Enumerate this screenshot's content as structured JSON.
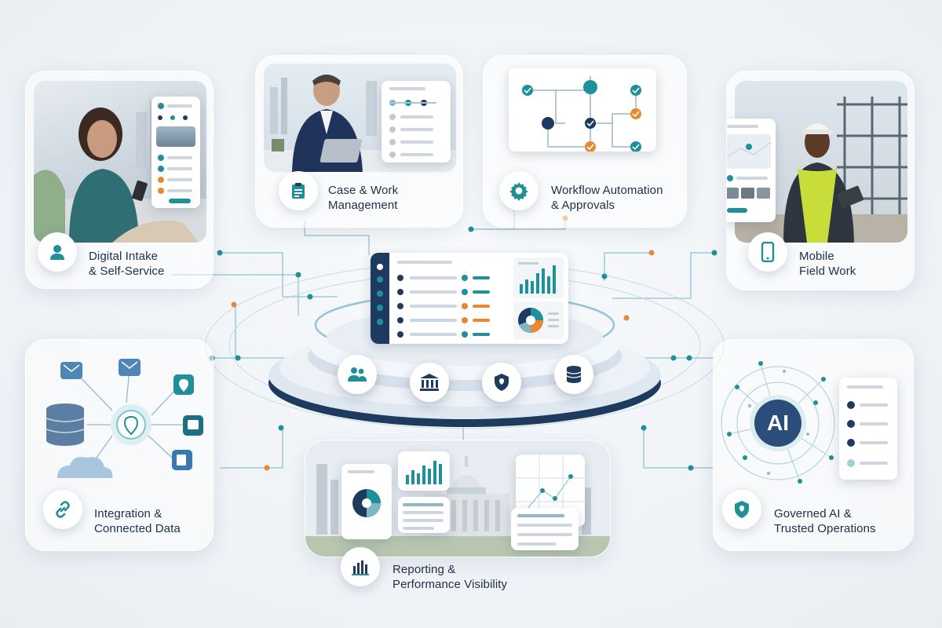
{
  "features": {
    "digital_intake": {
      "label": "Digital Intake\n& Self-Service",
      "icon": "user-icon"
    },
    "case_management": {
      "label": "Case & Work\nManagement",
      "icon": "clipboard-icon"
    },
    "workflow_automation": {
      "label": "Workflow Automation\n& Approvals",
      "icon": "gear-icon"
    },
    "mobile_field_work": {
      "label": "Mobile\nField Work",
      "icon": "smartphone-icon"
    },
    "integration": {
      "label": "Integration &\nConnected Data",
      "icon": "link-icon"
    },
    "reporting": {
      "label": "Reporting &\nPerformance Visibility",
      "icon": "bar-chart-icon"
    },
    "governed_ai": {
      "label": "Governed AI &\nTrusted Operations",
      "icon": "shield-icon"
    }
  },
  "ai_node": {
    "label": "AI"
  },
  "hub_icons": [
    "people-icon",
    "bank-icon",
    "shield-check-icon",
    "database-icon"
  ],
  "colors": {
    "teal": "#1f8f9a",
    "navy": "#1e3a5f",
    "orange": "#e8892f",
    "blue": "#3a7bd5",
    "line": "#7fb6c4"
  }
}
